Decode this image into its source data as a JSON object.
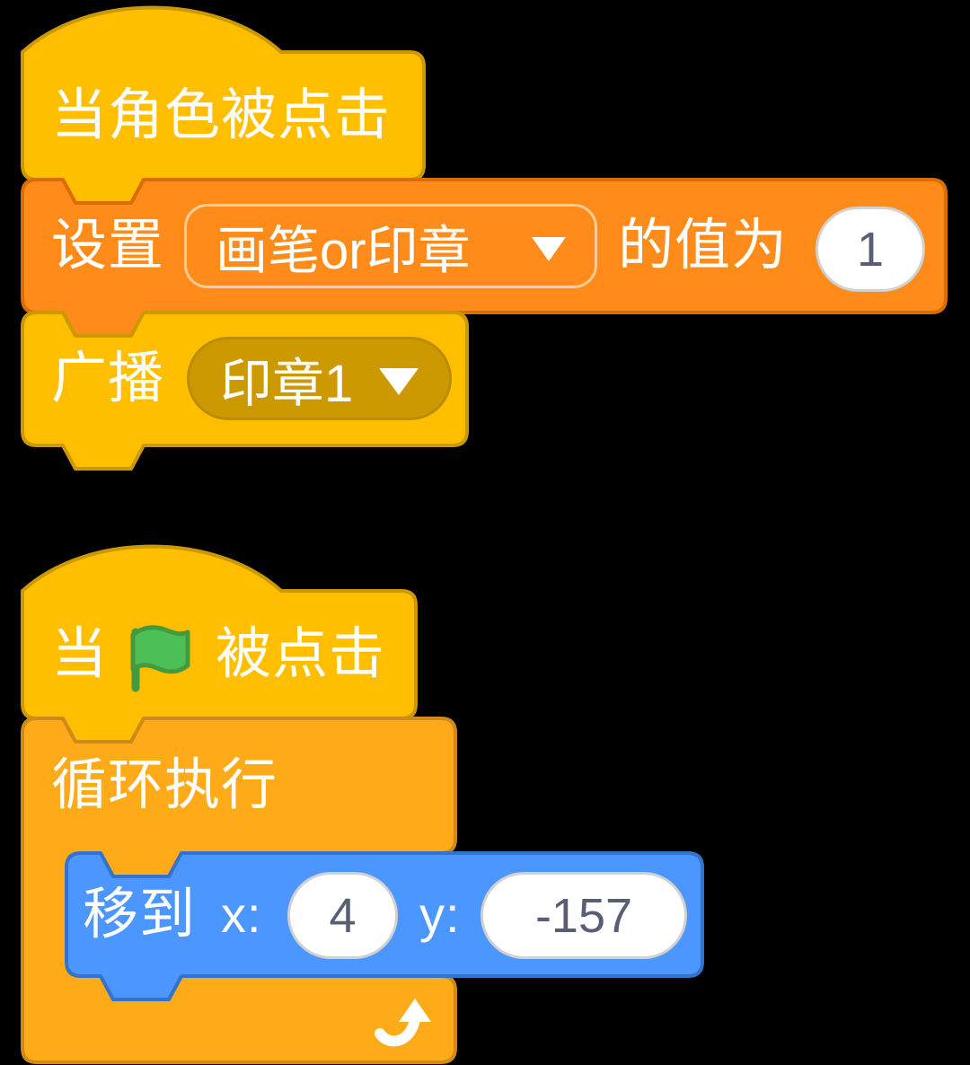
{
  "colors": {
    "events_fill": "#FFBF00",
    "events_border": "#CC9900",
    "events_field_fill": "#CC9900",
    "variables_fill": "#FF8C1A",
    "variables_border": "#DB6E00",
    "control_fill": "#FFAB19",
    "control_border": "#CF8B17",
    "motion_fill": "#4C97FF",
    "motion_border": "#3373CC",
    "input_fill": "#FFFFFF",
    "input_text": "#575E75",
    "label_text": "#FFFFFF",
    "flag_fill": "#4CBF56",
    "flag_border": "#45993F",
    "loop_arrow": "#FFFFFF",
    "workspace_background": "#000000"
  },
  "script1": {
    "hat": {
      "label": "当角色被点击"
    },
    "set_block": {
      "set_label": "设置",
      "variable": "画笔or印章",
      "dropdown_icon": "chevron-down-icon",
      "suffix_label": "的值为",
      "value": "1"
    },
    "broadcast_block": {
      "label": "广播",
      "message": "印章1",
      "dropdown_icon": "chevron-down-icon"
    }
  },
  "script2": {
    "hat": {
      "prefix_label": "当",
      "flag_icon": "green-flag-icon",
      "suffix_label": "被点击"
    },
    "forever_block": {
      "label": "循环执行",
      "loop_icon": "loop-arrow-icon"
    },
    "goto_block": {
      "label": "移到",
      "x_label": "x:",
      "x_value": "4",
      "y_label": "y:",
      "y_value": "-157"
    }
  }
}
